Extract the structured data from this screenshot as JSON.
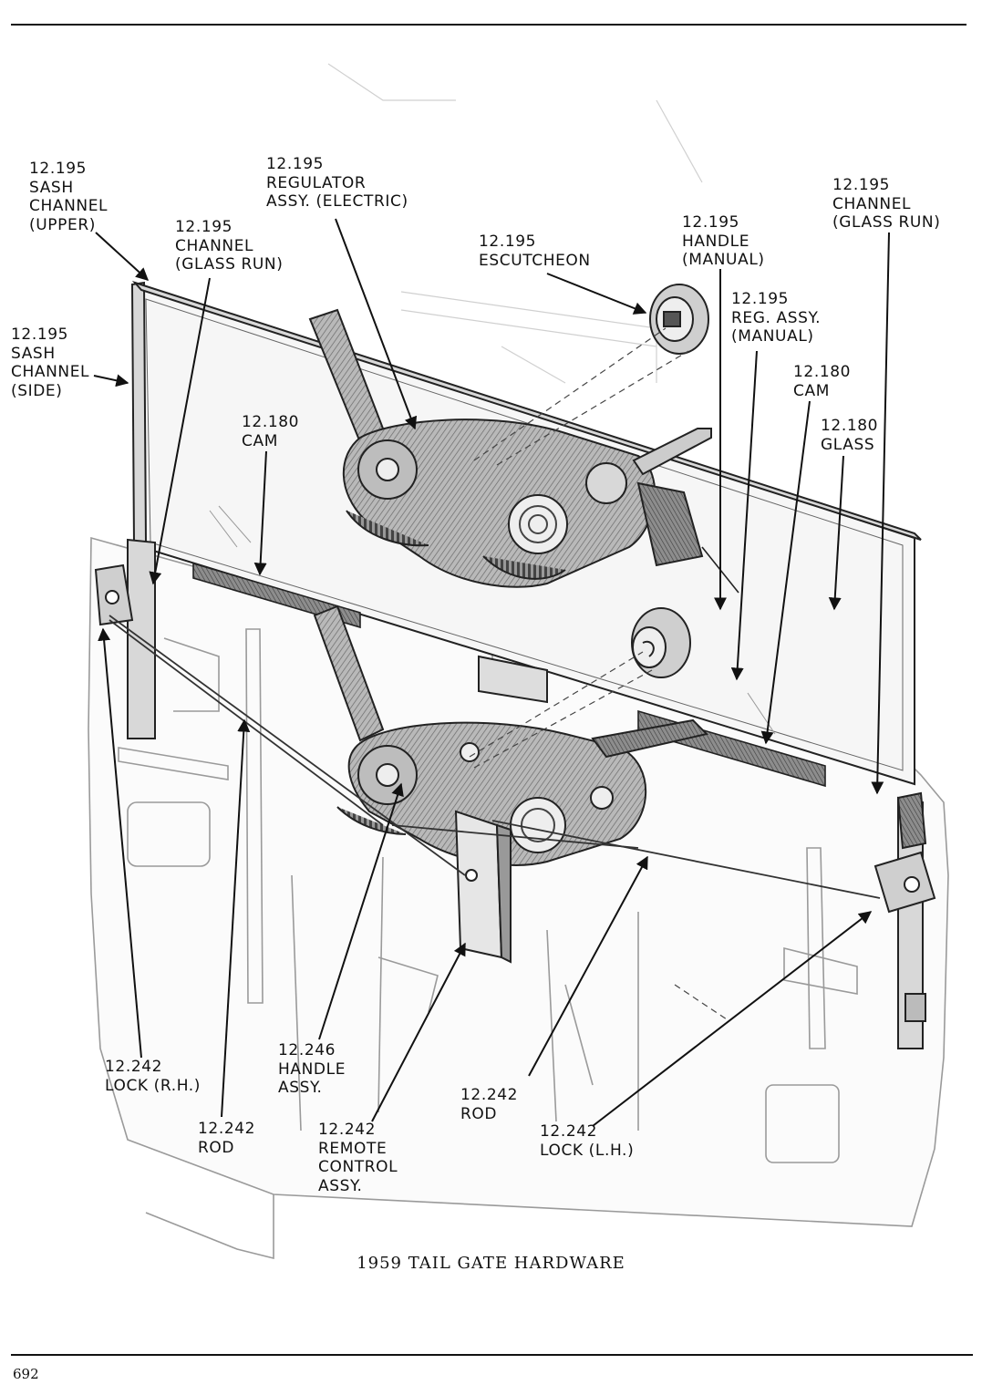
{
  "figure": {
    "caption": "1959 TAIL GATE HARDWARE",
    "page_number": "692"
  },
  "callouts": [
    {
      "id": "sash-upper",
      "lines": [
        "12.195",
        "SASH",
        "CHANNEL",
        "(UPPER)"
      ]
    },
    {
      "id": "regulator-electric",
      "lines": [
        "12.195",
        "REGULATOR",
        "ASSY. (ELECTRIC)"
      ]
    },
    {
      "id": "channel-glass-run-left",
      "lines": [
        "12.195",
        "CHANNEL",
        "(GLASS RUN)"
      ]
    },
    {
      "id": "escutcheon",
      "lines": [
        "12.195",
        "ESCUTCHEON"
      ]
    },
    {
      "id": "handle-manual",
      "lines": [
        "12.195",
        "HANDLE",
        "(MANUAL)"
      ]
    },
    {
      "id": "channel-glass-run-right",
      "lines": [
        "12.195",
        "CHANNEL",
        "(GLASS RUN)"
      ]
    },
    {
      "id": "reg-assy-manual",
      "lines": [
        "12.195",
        "REG. ASSY.",
        "(MANUAL)"
      ]
    },
    {
      "id": "sash-side",
      "lines": [
        "12.195",
        "SASH",
        "CHANNEL",
        "(SIDE)"
      ]
    },
    {
      "id": "cam-right",
      "lines": [
        "12.180",
        "CAM"
      ]
    },
    {
      "id": "glass",
      "lines": [
        "12.180",
        "GLASS"
      ]
    },
    {
      "id": "cam-left",
      "lines": [
        "12.180",
        "CAM"
      ]
    },
    {
      "id": "lock-rh",
      "lines": [
        "12.242",
        "LOCK (R.H.)"
      ]
    },
    {
      "id": "handle-assy",
      "lines": [
        "12.246",
        "HANDLE",
        "ASSY."
      ]
    },
    {
      "id": "rod-right",
      "lines": [
        "12.242",
        "ROD"
      ]
    },
    {
      "id": "rod-left",
      "lines": [
        "12.242",
        "ROD"
      ]
    },
    {
      "id": "remote-control",
      "lines": [
        "12.242",
        "REMOTE",
        "CONTROL",
        "ASSY."
      ]
    },
    {
      "id": "lock-lh",
      "lines": [
        "12.242",
        "LOCK (L.H.)"
      ]
    }
  ]
}
